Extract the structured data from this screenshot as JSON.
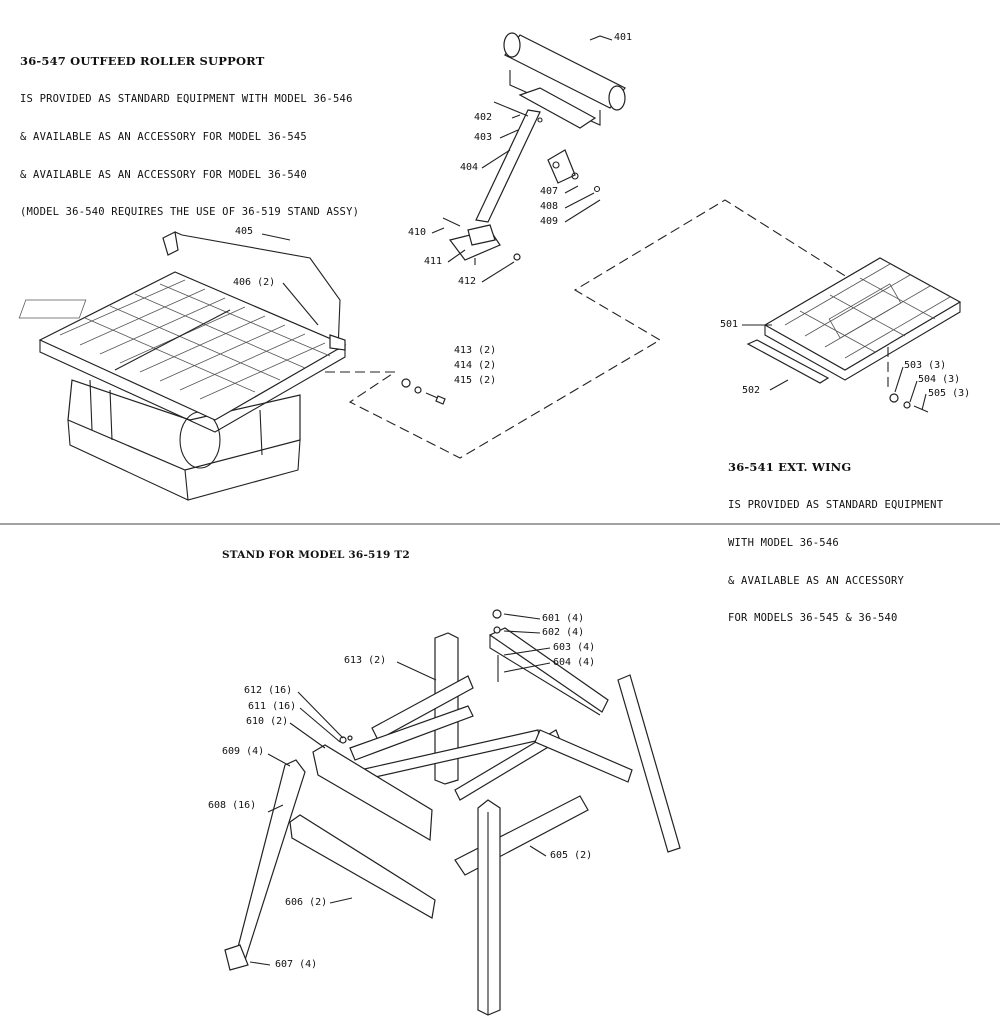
{
  "top_section": {
    "title": "36-547 OUTFEED ROLLER SUPPORT",
    "lines": [
      "IS PROVIDED AS STANDARD EQUIPMENT WITH MODEL 36-546",
      "& AVAILABLE AS AN ACCESSORY FOR MODEL 36-545",
      "& AVAILABLE AS AN ACCESSORY FOR MODEL 36-540",
      "(MODEL 36-540 REQUIRES THE USE OF 36-519 STAND ASSY)"
    ]
  },
  "wing_section": {
    "title": "36-541 EXT. WING",
    "lines": [
      "IS PROVIDED AS STANDARD EQUIPMENT",
      "WITH MODEL 36-546",
      "& AVAILABLE AS AN ACCESSORY",
      "FOR MODELS 36-545 & 36-540"
    ]
  },
  "stand_section": {
    "title": "STAND FOR MODEL 36-519 T2"
  },
  "callouts": {
    "c401": "401",
    "c402": "402",
    "c403": "403",
    "c404": "404",
    "c405": "405",
    "c406": "406 (2)",
    "c407": "407",
    "c408": "408",
    "c409": "409",
    "c410": "410",
    "c411": "411",
    "c412": "412",
    "c413": "413 (2)",
    "c414": "414 (2)",
    "c415": "415 (2)",
    "c501": "501",
    "c502": "502",
    "c503": "503 (3)",
    "c504": "504 (3)",
    "c505": "505 (3)",
    "c601": "601 (4)",
    "c602": "602 (4)",
    "c603": "603 (4)",
    "c604": "604 (4)",
    "c605": "605 (2)",
    "c606": "606 (2)",
    "c607": "607 (4)",
    "c608": "608 (16)",
    "c609": "609 (4)",
    "c610": "610 (2)",
    "c611": "611 (16)",
    "c612": "612 (16)",
    "c613": "613 (2)"
  }
}
